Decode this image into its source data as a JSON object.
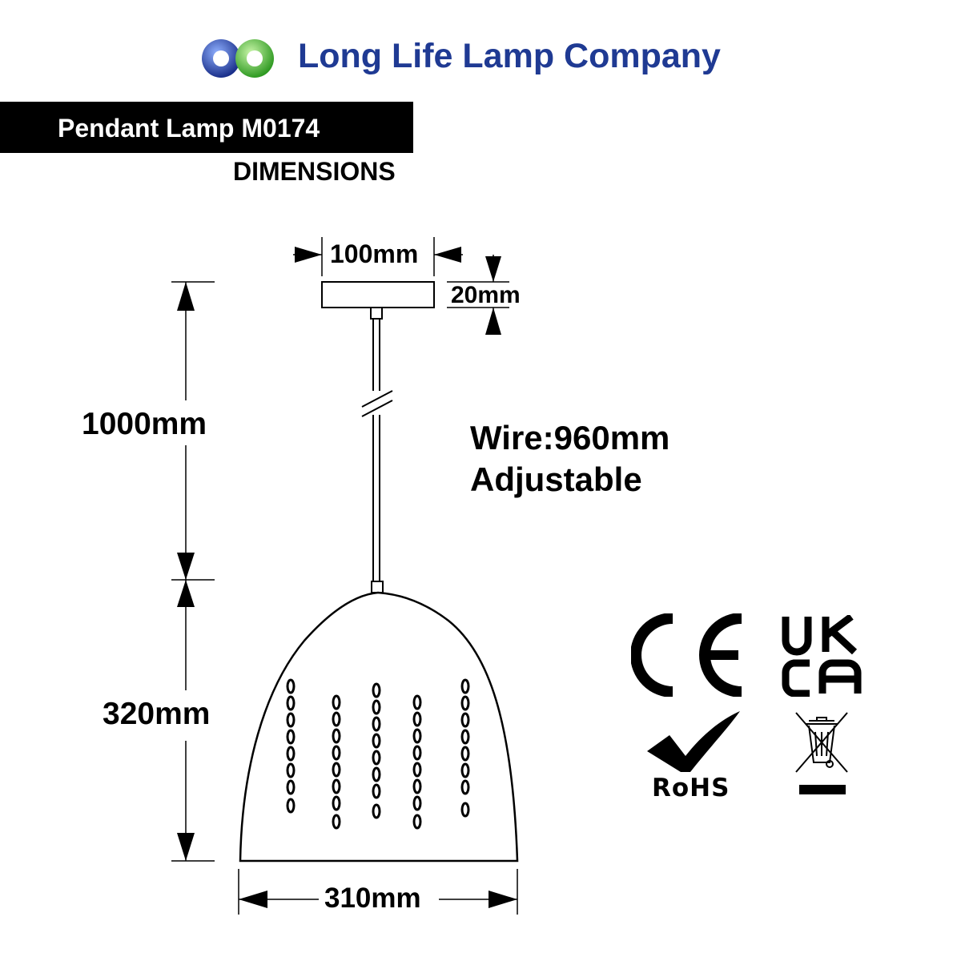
{
  "header": {
    "company_name": "Long Life Lamp Company",
    "logo_colors": [
      "#1f3a93",
      "#5ac83a"
    ]
  },
  "product": {
    "title": "Pendant Lamp M0174",
    "section": "DIMENSIONS"
  },
  "dimensions": {
    "canopy_width": "100mm",
    "canopy_height": "20mm",
    "drop_length": "1000mm",
    "shade_height": "320mm",
    "shade_diameter": "310mm"
  },
  "wire": {
    "line1": "Wire:960mm",
    "line2": "Adjustable"
  },
  "certifications": {
    "ce_text": "CE",
    "ukca_line1": "UK",
    "ukca_line2": "CA",
    "rohs_text": "RoHS",
    "weee_icon": "crossed-out-bin-icon"
  }
}
